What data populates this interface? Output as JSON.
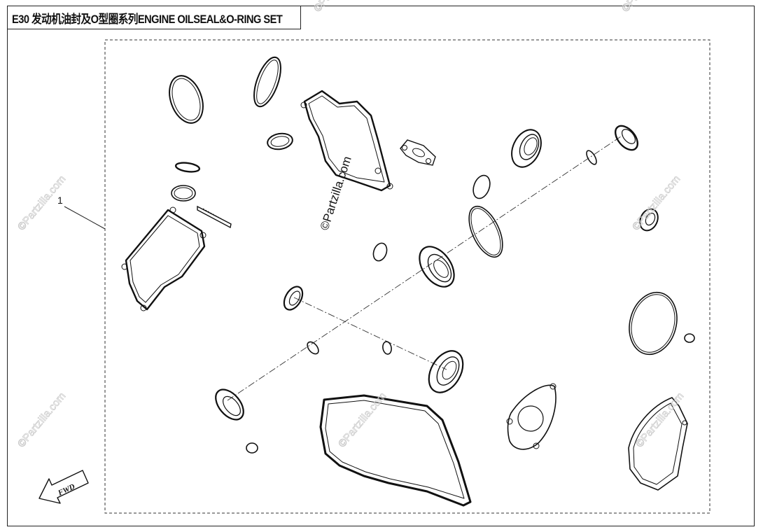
{
  "diagram": {
    "title": "E30 发动机油封及O型圈系列ENGINE OILSEAL&O-RING SET",
    "callouts": [
      "1"
    ],
    "watermark": "©Partzilla.com",
    "fwd_label": "FWD"
  }
}
